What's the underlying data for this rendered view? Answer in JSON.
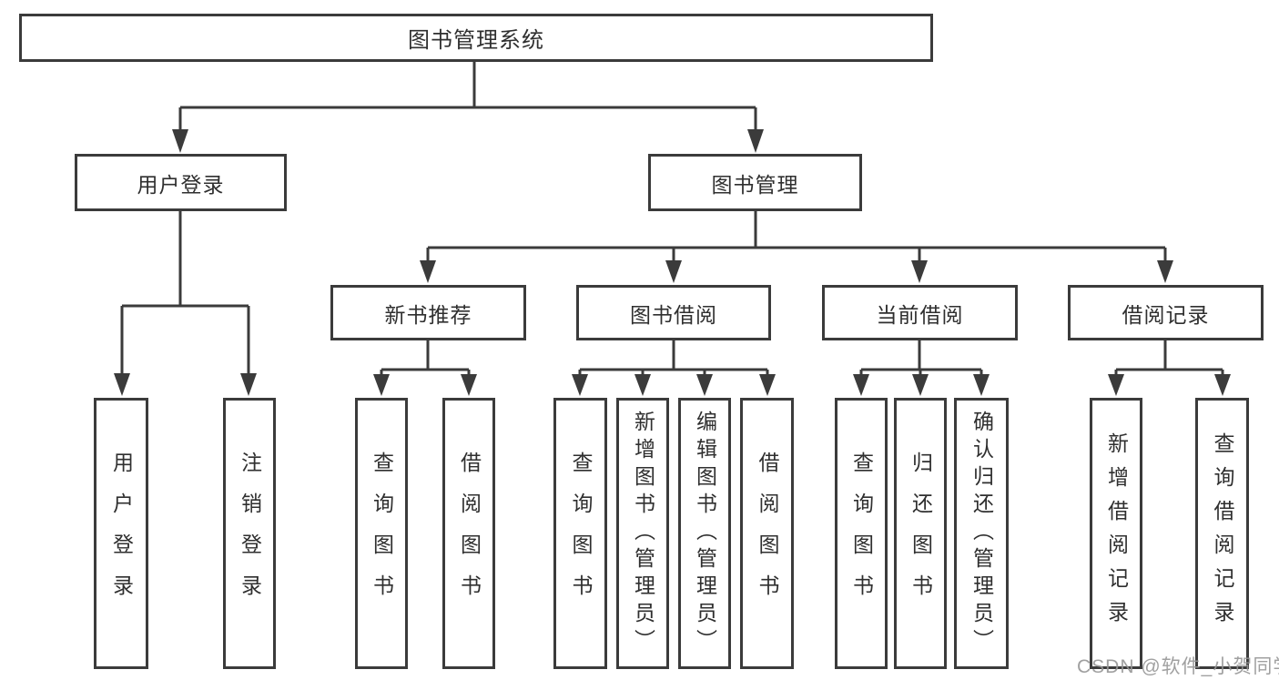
{
  "tree": {
    "root": {
      "label": "图书管理系统",
      "children": [
        {
          "label": "用户登录",
          "children": [
            {
              "label": "用户登录"
            },
            {
              "label": "注销登录"
            }
          ]
        },
        {
          "label": "图书管理",
          "children": [
            {
              "label": "新书推荐",
              "children": [
                {
                  "label": "查询图书"
                },
                {
                  "label": "借阅图书"
                }
              ]
            },
            {
              "label": "图书借阅",
              "children": [
                {
                  "label": "查询图书"
                },
                {
                  "label": "新增图书（管理员）"
                },
                {
                  "label": "编辑图书（管理员）"
                },
                {
                  "label": "借阅图书"
                }
              ]
            },
            {
              "label": "当前借阅",
              "children": [
                {
                  "label": "查询图书"
                },
                {
                  "label": "归还图书"
                },
                {
                  "label": "确认归还（管理员）"
                }
              ]
            },
            {
              "label": "借阅记录",
              "children": [
                {
                  "label": "新增借阅记录"
                },
                {
                  "label": "查询借阅记录"
                }
              ]
            }
          ]
        }
      ]
    }
  },
  "watermark": {
    "text": "CSDN @软件_小贺同学"
  },
  "colors": {
    "line": "#3b3b3b",
    "text": "#2f2f2f",
    "background": "#ffffff",
    "watermark": "#969696"
  }
}
